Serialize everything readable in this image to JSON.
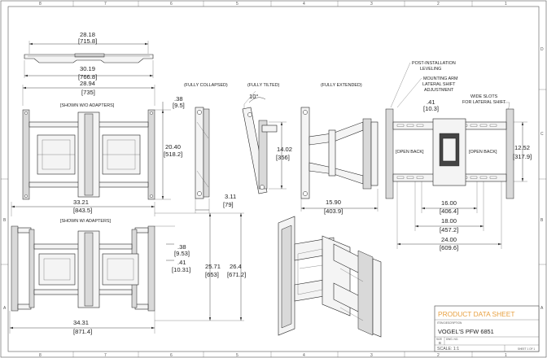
{
  "zones": {
    "top": [
      "8",
      "7",
      "6",
      "5",
      "4",
      "3",
      "2",
      "1"
    ],
    "bottom": [
      "8",
      "7",
      "6",
      "5",
      "4",
      "3",
      "2",
      "1"
    ],
    "left": [
      "B",
      "A"
    ],
    "right": [
      "D",
      "C",
      "B",
      "A"
    ]
  },
  "views": {
    "no_adapters": "[SHOWN W/O ADAPTERS]",
    "with_adapters": "[SHOWN W/ ADAPTERS]",
    "collapsed": "(FULLY COLLAPSED)",
    "tilted": "(FULLY TILTED)",
    "extended": "(FULLY EXTENDED)"
  },
  "callouts": {
    "leveling": [
      "POST-INSTALLATION",
      "LEVELING"
    ],
    "arm": [
      "MOUNTING ARM",
      "LATERAL SHIFT",
      "ADJUSTMENT"
    ],
    "slots": [
      "WIDE SLOTS",
      "FOR LATERAL SHIFT"
    ],
    "open_back_left": "[OPEN BACK]",
    "open_back_right": "[OPEN BACK]"
  },
  "dims": {
    "d1": {
      "in": "28.18",
      "mm": "[715.8]"
    },
    "d2": {
      "in": "30.19",
      "mm": "[766.8]"
    },
    "d3": {
      "in": "28.94",
      "mm": "[735]"
    },
    "d4": {
      "in": ".38",
      "mm": "[9.5]"
    },
    "d5": {
      "in": "20.40",
      "mm": "[518.2]"
    },
    "d6": {
      "in": "33.21",
      "mm": "[843.5]"
    },
    "d7": {
      "in": ".38",
      "mm": "[9.53]"
    },
    "d8": {
      "in": ".41",
      "mm": "[10.31]"
    },
    "d9": {
      "in": "25.71",
      "mm": "[653]"
    },
    "d10": {
      "in": "26.4",
      "mm": "[671.2]"
    },
    "d11": {
      "in": "34.31",
      "mm": "[871.4]"
    },
    "d12": {
      "in": "3.11",
      "mm": "[79]"
    },
    "tilt": "10°",
    "d13": {
      "in": "14.02",
      "mm": "[356]"
    },
    "d14": {
      "in": "15.90",
      "mm": "[403.9]"
    },
    "d15": {
      "in": ".41",
      "mm": "[10.3]"
    },
    "d16": {
      "in": "12.52",
      "mm": "[317.9]"
    },
    "d17": {
      "in": "16.00",
      "mm": "[406.4]"
    },
    "d18": {
      "in": "18.00",
      "mm": "[457.2]"
    },
    "d19": {
      "in": "24.00",
      "mm": "[609.6]"
    }
  },
  "title_block": {
    "heading": "PRODUCT DATA SHEET",
    "item_desc_label": "ITEM DESCRIPTION",
    "item_name": "VOGEL'S PFW 6851",
    "size_label": "SIZE",
    "dwg_label": "DWG. NO.",
    "size_value": "B",
    "scale": "SCALE: 1:1",
    "sheet": "SHEET 1 OF 1"
  },
  "colors": {
    "accent": "#e8a040",
    "ink": "#222222"
  }
}
